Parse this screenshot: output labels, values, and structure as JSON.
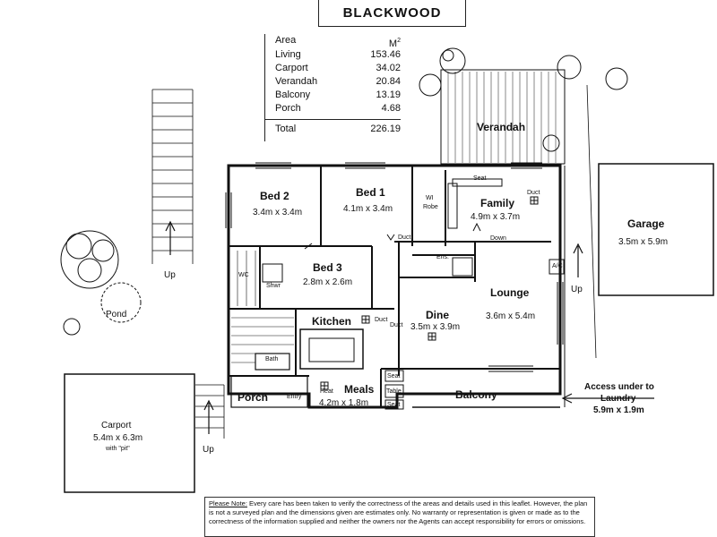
{
  "header": {
    "title": "BLACKWOOD"
  },
  "area_table": {
    "col_area": "Area",
    "col_unit": "M",
    "col_unit_sup": "2",
    "rows": [
      {
        "name": "Living",
        "value": "153.46"
      },
      {
        "name": "Carport",
        "value": "34.02"
      },
      {
        "name": "Verandah",
        "value": "20.84"
      },
      {
        "name": "Balcony",
        "value": "13.19"
      },
      {
        "name": "Porch",
        "value": "4.68"
      }
    ],
    "total": {
      "name": "Total",
      "value": "226.19"
    }
  },
  "rooms": {
    "bed2": {
      "name": "Bed 2",
      "size": "3.4m x 3.4m"
    },
    "bed1": {
      "name": "Bed 1",
      "size": "4.1m x 3.4m"
    },
    "family": {
      "name": "Family",
      "size": "4.9m x 3.7m"
    },
    "bed3": {
      "name": "Bed 3",
      "size": "2.8m x 2.6m"
    },
    "kitchen": {
      "name": "Kitchen"
    },
    "dine": {
      "name": "Dine",
      "size": "3.5m x 3.9m"
    },
    "lounge": {
      "name": "Lounge",
      "size": "3.6m x 5.4m"
    },
    "meals": {
      "name": "Meals",
      "size": "4.2m x 1.8m"
    },
    "garage": {
      "name": "Garage",
      "size": "3.5m x 5.9m"
    },
    "carport": {
      "name": "Carport",
      "size": "5.4m x 6.3m",
      "note": "with \"pit\""
    },
    "verandah": {
      "name": "Verandah"
    },
    "balcony": {
      "name": "Balcony"
    },
    "porch": {
      "name": "Porch"
    }
  },
  "small_labels": {
    "wi_robe_1": "WI",
    "wi_robe_2": "Robe",
    "duct": "Duct",
    "seat": "Seat",
    "down": "Down",
    "ens": "Ens.",
    "wc": "WC",
    "shower": "Shwr",
    "bath": "Bath",
    "entry": "Entry",
    "heat": "Heat",
    "table": "Table",
    "ac": "A/C",
    "pond": "Pond",
    "up": "Up"
  },
  "access": {
    "line1": "Access under to",
    "line2": "Laundry",
    "size": "5.9m x 1.9m"
  },
  "disclaimer": {
    "heading": "Please Note:",
    "text": "Every care has been taken to verify the correctness of the areas and details used in this leaflet. However, the plan is not a surveyed plan and the dimensions given are estimates only. No warranty or representation is given or made as to the correctness of the information supplied and neither the owners nor the Agents can accept responsibility for errors or omissions."
  }
}
